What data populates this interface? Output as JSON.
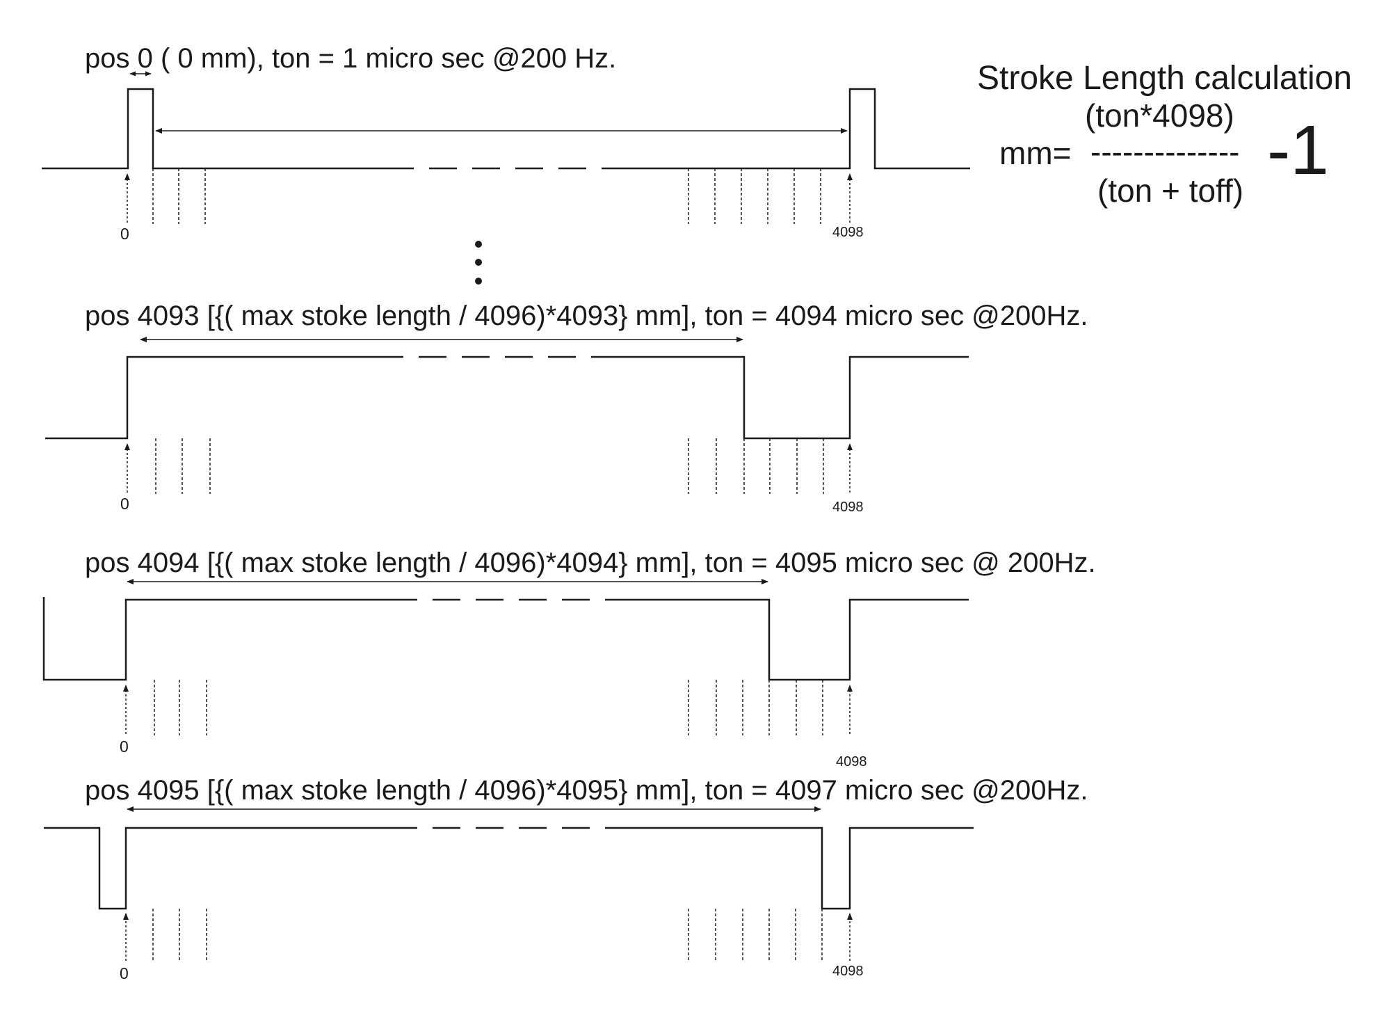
{
  "panels": [
    {
      "caption": "pos 0 ( 0 mm), ton = 1 micro sec @200 Hz.",
      "start_label": "0",
      "end_label": "4098"
    },
    {
      "caption": "pos 4093 [{( max stoke length / 4096)*4093} mm], ton = 4094 micro sec @200Hz.",
      "start_label": "0",
      "end_label": "4098"
    },
    {
      "caption": "pos 4094  [{( max stoke length / 4096)*4094} mm], ton = 4095 micro sec @ 200Hz.",
      "start_label": "0",
      "end_label": "4098"
    },
    {
      "caption": "pos 4095  [{( max stoke length / 4096)*4095} mm], ton = 4097 micro sec @200Hz.",
      "start_label": "0",
      "end_label": "4098"
    }
  ],
  "formula": {
    "title": "Stroke Length calculation",
    "numerator": "(ton*4098)",
    "lhs": "mm=",
    "fraction_bar": "--------------",
    "denominator": "(ton + toff)",
    "suffix": "-1"
  }
}
